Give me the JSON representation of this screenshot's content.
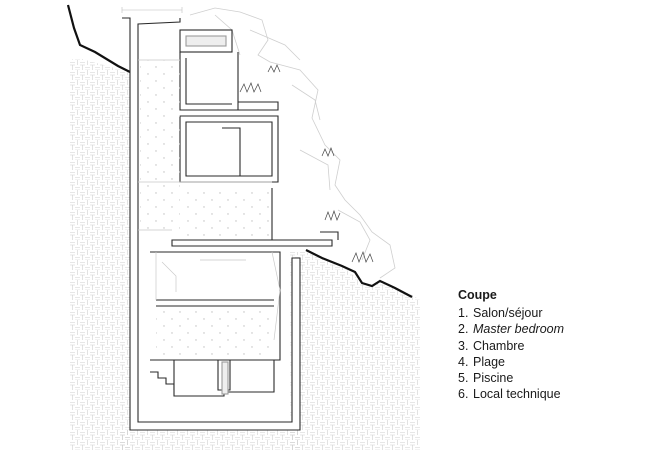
{
  "legend": {
    "title": "Coupe",
    "items": [
      {
        "num": "1.",
        "label": "Salon/séjour"
      },
      {
        "num": "2.",
        "label": "Master bedroom",
        "italic": true
      },
      {
        "num": "3.",
        "label": "Chambre"
      },
      {
        "num": "4.",
        "label": "Plage"
      },
      {
        "num": "5.",
        "label": "Piscine"
      },
      {
        "num": "6.",
        "label": "Local technique"
      }
    ]
  },
  "colors": {
    "section_line": "#2a2a2a",
    "hatch": "#c8c8c8",
    "fill": "#eeeeee",
    "terrain": "#111111"
  }
}
